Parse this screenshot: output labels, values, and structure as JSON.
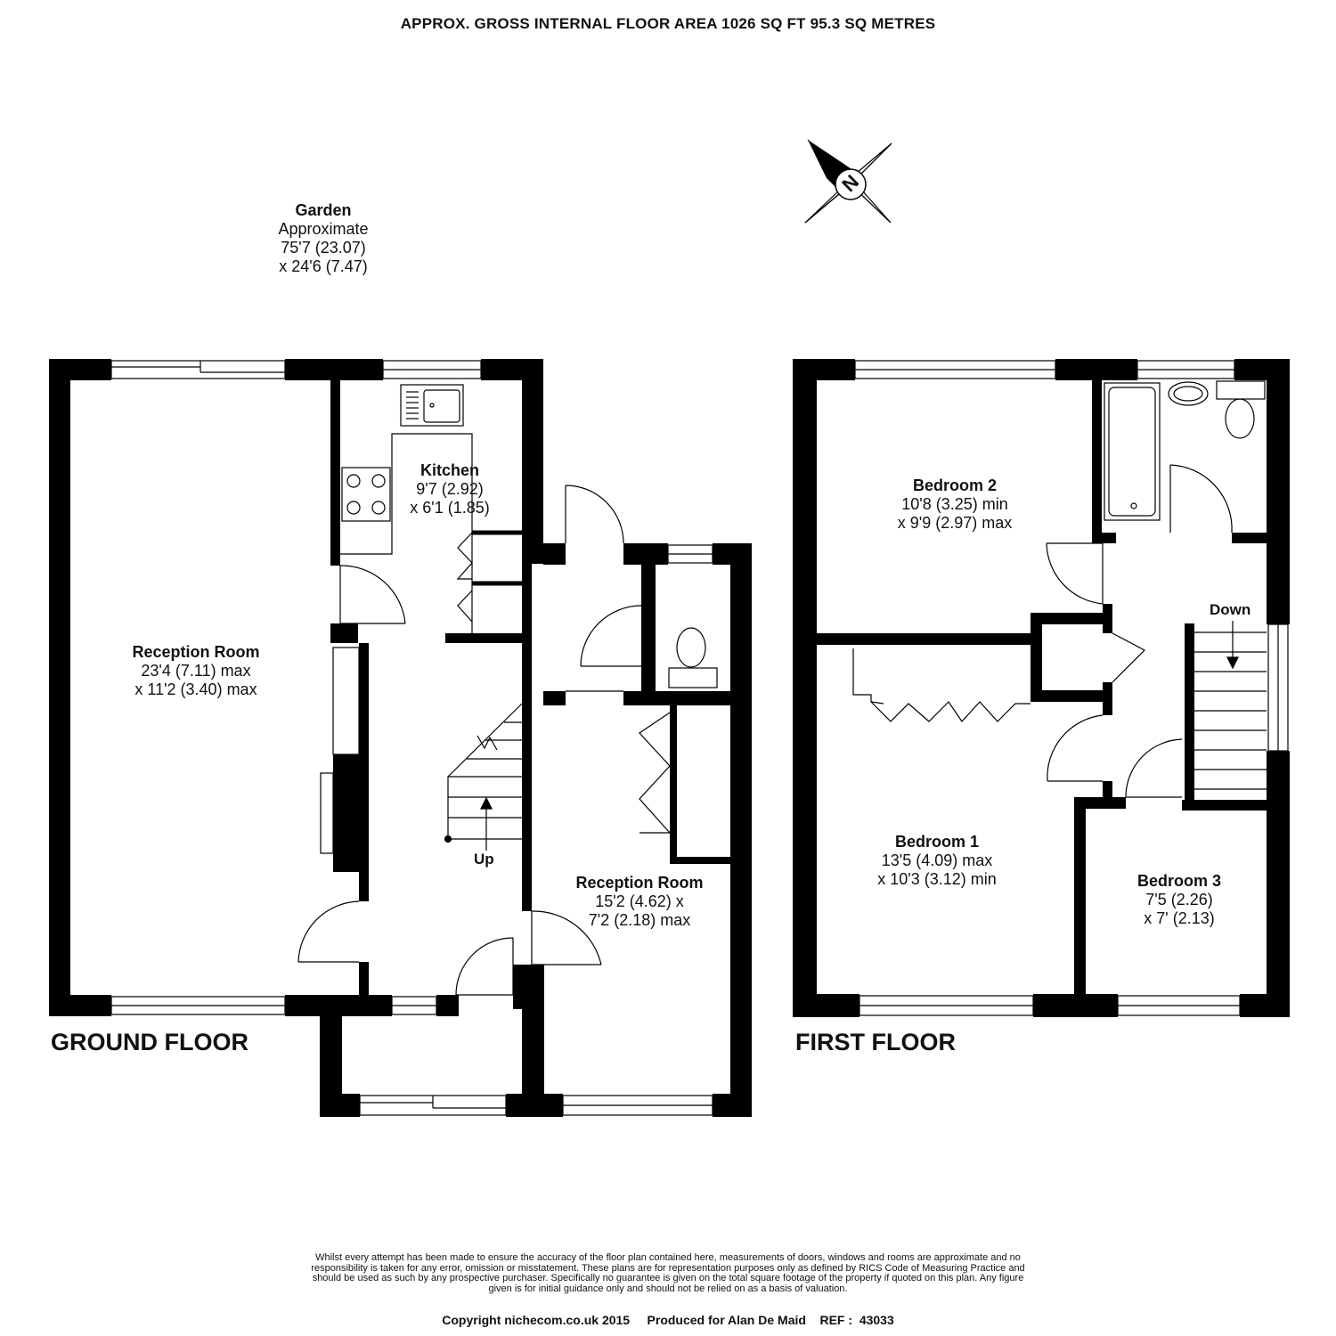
{
  "header": {
    "title": "APPROX. GROSS INTERNAL FLOOR AREA 1026 SQ FT 95.3 SQ METRES"
  },
  "garden": {
    "name": "Garden",
    "line1": "Approximate",
    "line2": "75'7 (23.07)",
    "line3": "x 24'6 (7.47)"
  },
  "compass": {
    "letter": "N"
  },
  "ground_floor": {
    "label": "GROUND FLOOR",
    "rooms": {
      "reception_large": {
        "name": "Reception Room",
        "dim1": "23'4 (7.11) max",
        "dim2": "x 11'2 (3.40) max"
      },
      "kitchen": {
        "name": "Kitchen",
        "dim1": "9'7 (2.92)",
        "dim2": "x 6'1 (1.85)"
      },
      "reception_small": {
        "name": "Reception Room",
        "dim1": "15'2 (4.62) x",
        "dim2": "7'2 (2.18) max"
      }
    },
    "stairs_label": "Up"
  },
  "first_floor": {
    "label": "FIRST FLOOR",
    "rooms": {
      "bedroom2": {
        "name": "Bedroom 2",
        "dim1": "10'8 (3.25) min",
        "dim2": "x 9'9 (2.97) max"
      },
      "bedroom1": {
        "name": "Bedroom 1",
        "dim1": "13'5 (4.09) max",
        "dim2": "x 10'3 (3.12) min"
      },
      "bedroom3": {
        "name": "Bedroom 3",
        "dim1": "7'5 (2.26)",
        "dim2": "x 7' (2.13)"
      }
    },
    "stairs_label": "Down"
  },
  "footer": {
    "disclaimer": "Whilst every attempt has been made to ensure the accuracy of the floor plan contained here, measurements of doors, windows and rooms are approximate and no responsibility is taken for any error, omission or misstatement. These plans are for representation purposes only as defined by RICS Code of Measuring Practice and should be used as such by any prospective purchaser. Specifically no guarantee is given on the total square footage of the property if quoted on this plan. Any figure given is for initial guidance only and should not be relied on as a basis of valuation.",
    "copyright": "Copyright nichecom.co.uk 2015     Produced for Alan De Maid    REF :  43033"
  },
  "colors": {
    "wall": "#000000",
    "line": "#000000",
    "background": "#ffffff"
  }
}
